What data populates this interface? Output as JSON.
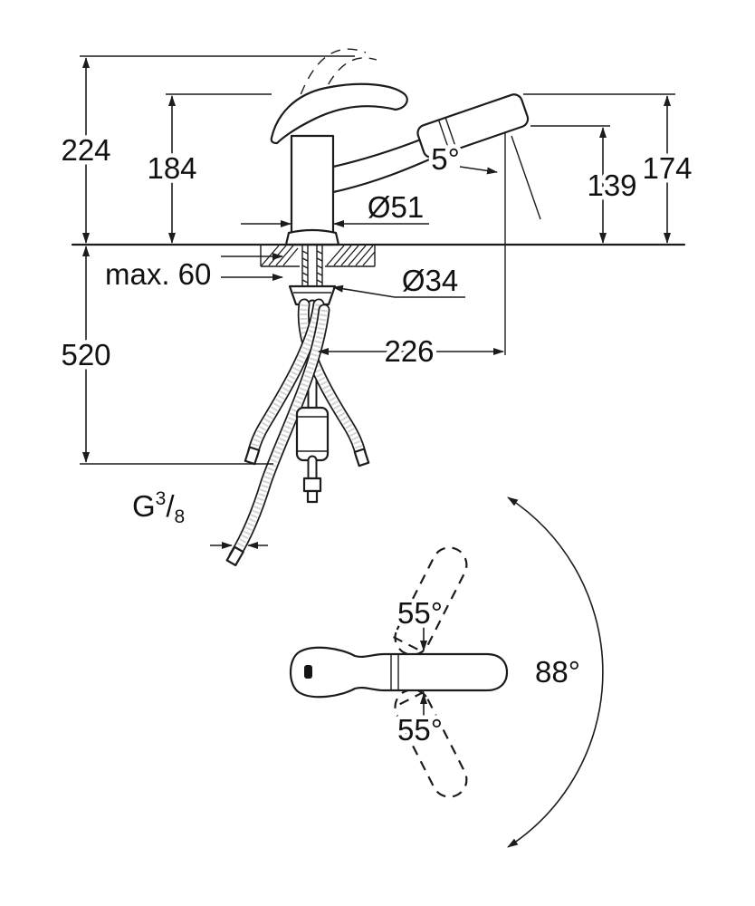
{
  "drawing": {
    "side_view": {
      "overall_height": "224",
      "body_height": "184",
      "spray_angle": "5°",
      "outlet_height": "139",
      "head_height": "174",
      "body_diameter": "Ø51",
      "max_deck_thickness": "max. 60",
      "hole_diameter": "Ø34",
      "hose_length": "520",
      "spout_reach": "226",
      "thread_g": "G",
      "thread_numerator": "3",
      "thread_slash": "/",
      "thread_denominator": "8"
    },
    "top_view": {
      "swivel_upper": "55°",
      "swivel_lower": "55°",
      "swivel_total": "88°"
    },
    "colors": {
      "line": "#1c1c1c",
      "background": "#ffffff"
    }
  }
}
